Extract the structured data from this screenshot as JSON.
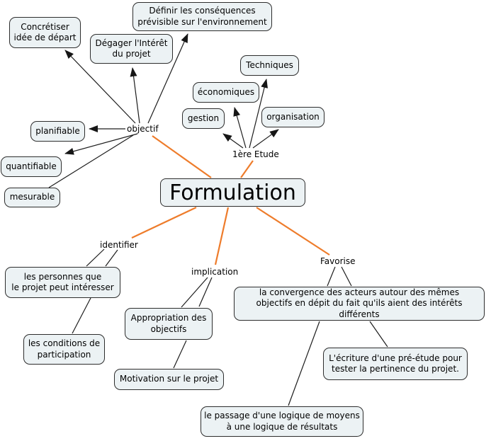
{
  "diagram": {
    "type": "concept-map",
    "central_concept": "Formulation"
  },
  "colors": {
    "background": "#ffffff",
    "node_fill": "#ecf2f4",
    "node_border": "#2d2d2d",
    "connector_orange": "#ee7c2b",
    "connector_black": "#1d1d1d"
  },
  "nodes": {
    "formulation": {
      "label": "Formulation"
    },
    "concretiser": {
      "label": "Concrétiser\nidée de départ"
    },
    "definir": {
      "label": "Définir les conséquences\nprévisible sur l'environnement"
    },
    "degager": {
      "label": "Dégager l'Intérêt\ndu projet"
    },
    "techniques": {
      "label": "Techniques"
    },
    "economiques": {
      "label": "économiques"
    },
    "gestion": {
      "label": "gestion"
    },
    "organisation": {
      "label": "organisation"
    },
    "planifiable": {
      "label": "planifiable"
    },
    "quantifiable": {
      "label": "quantifiable"
    },
    "mesurable": {
      "label": "mesurable"
    },
    "personnes": {
      "label": "les personnes que\nle projet peut intéresser"
    },
    "conditions": {
      "label": "les conditions de\nparticipation"
    },
    "appropriation": {
      "label": "Appropriation des\nobjectifs"
    },
    "motivation": {
      "label": "Motivation sur le projet"
    },
    "convergence": {
      "label": "la convergence des acteurs autour des mêmes\nobjectifs en dépit du fait qu'ils aient des intérêts différents"
    },
    "ecriture": {
      "label": "L'écriture d'une pré-étude pour\ntester la pertinence du projet."
    },
    "passage": {
      "label": "le passage d'une logique de moyens\nà une logique de résultats"
    }
  },
  "linking_phrases": {
    "objectif": {
      "label": "objectif"
    },
    "premiere_etude": {
      "label": "1ère Etude"
    },
    "identifier": {
      "label": "identifier"
    },
    "implication": {
      "label": "implication"
    },
    "favorise": {
      "label": "Favorise"
    }
  }
}
